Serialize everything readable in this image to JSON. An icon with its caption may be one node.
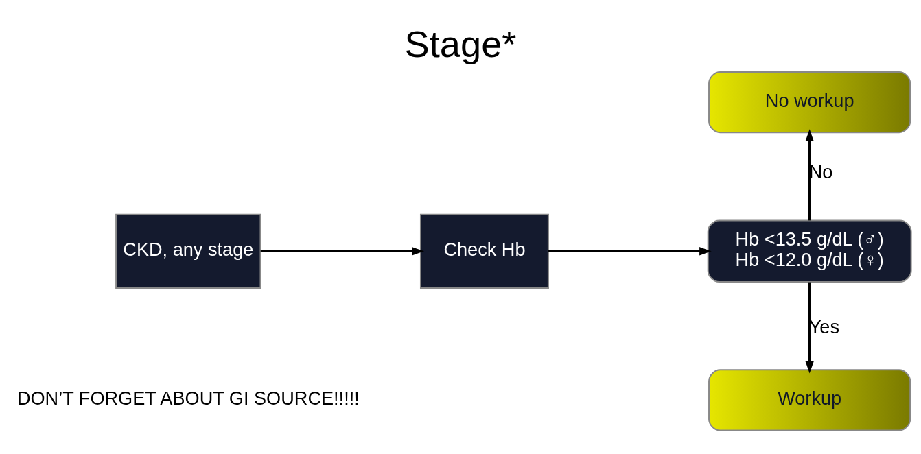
{
  "diagram": {
    "title": "Stage*",
    "nodes": [
      {
        "text": [
          "CKD, any stage"
        ]
      },
      {
        "text": [
          "Check Hb"
        ]
      },
      {
        "text": [
          "Hb <13.5 g/dL (♂)",
          "Hb <12.0 g/dL (♀)"
        ]
      },
      {
        "text": [
          "No workup"
        ]
      },
      {
        "text": [
          "Workup"
        ]
      }
    ],
    "edges": [
      {
        "from": 0,
        "to": 1,
        "arrow": "to"
      },
      {
        "from": 1,
        "to": 2,
        "arrow": "to"
      },
      {
        "from": 2,
        "to": 3,
        "arrow": "to",
        "label": "No"
      },
      {
        "from": 2,
        "to": 4,
        "arrow": "to",
        "label": "Yes"
      }
    ],
    "labels": [
      "DON’T FORGET ABOUT GI SOURCE!!!!!"
    ]
  }
}
